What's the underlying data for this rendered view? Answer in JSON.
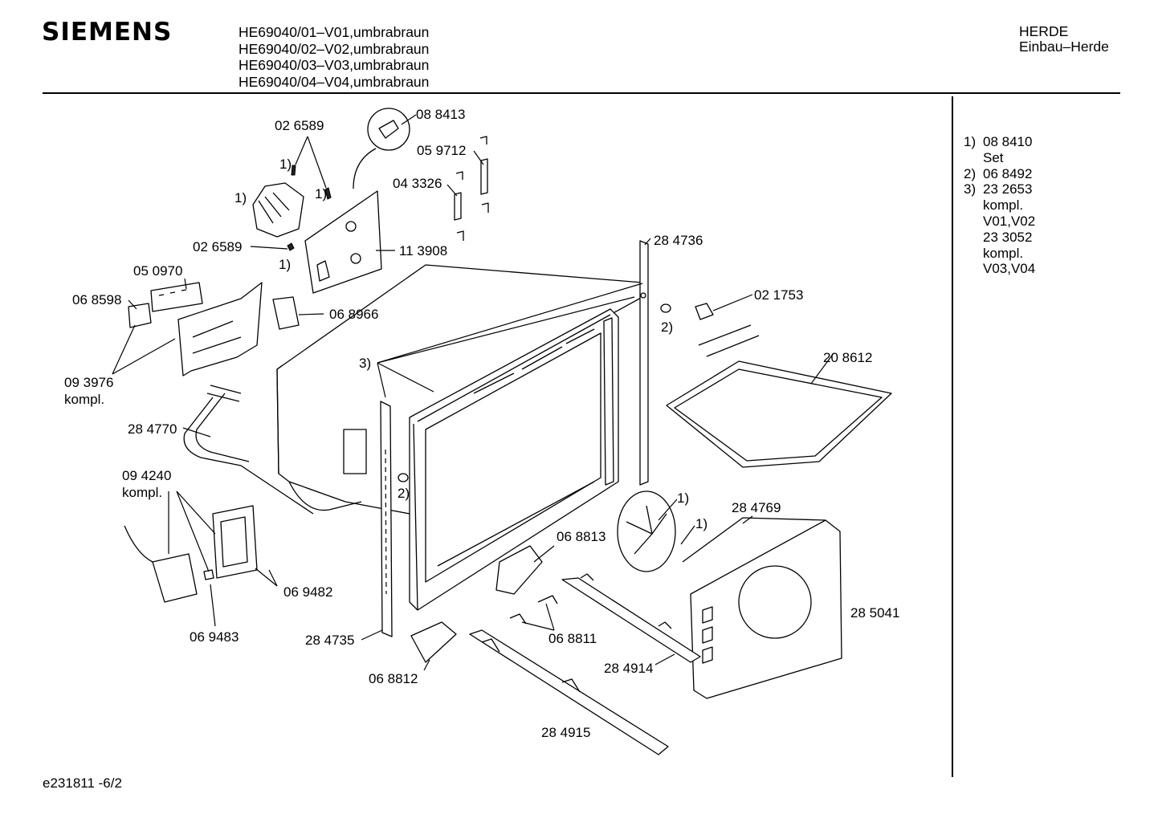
{
  "header": {
    "brand": "SIEMENS",
    "models": [
      "HE69040/01–V01,umbrabraun",
      "HE69040/02–V02,umbrabraun",
      "HE69040/03–V03,umbrabraun",
      "HE69040/04–V04,umbrabraun"
    ],
    "category": "HERDE",
    "subcategory": "Einbau–Herde"
  },
  "legend": [
    {
      "num": "1)",
      "lines": [
        "08 8410",
        "Set"
      ]
    },
    {
      "num": "2)",
      "lines": [
        "06 8492"
      ]
    },
    {
      "num": "3)",
      "lines": [
        "23 2653",
        "kompl.",
        "V01,V02",
        "23 3052",
        "kompl.",
        "V03,V04"
      ]
    }
  ],
  "footer": "e231811 -6/2",
  "parts": {
    "p088413": "08 8413",
    "p026589a": "02 6589",
    "p059712": "05 9712",
    "p043326": "04 3326",
    "ref1a": "1)",
    "ref1b": "1)",
    "ref1c": "1)",
    "ref1d": "1)",
    "p026589b": "02 6589",
    "p113908": "11 3908",
    "p284736": "28 4736",
    "p050970": "05 0970",
    "p068598": "06 8598",
    "p068966": "06 8966",
    "p021753": "02 1753",
    "ref2a": "2)",
    "ref3": "3)",
    "p093976": "09 3976",
    "p093976k": "kompl.",
    "p208612": "20 8612",
    "p284770": "28 4770",
    "p094240": "09 4240",
    "p094240k": "kompl.",
    "ref2b": "2)",
    "ref1e": "1)",
    "ref1f": "1)",
    "p284769": "28 4769",
    "p068813": "06 8813",
    "p069482": "06 9482",
    "p285041": "28 5041",
    "p069483": "06 9483",
    "p284735": "28 4735",
    "p068811": "06 8811",
    "p284914": "28 4914",
    "p068812": "06 8812",
    "p284915": "28 4915"
  }
}
